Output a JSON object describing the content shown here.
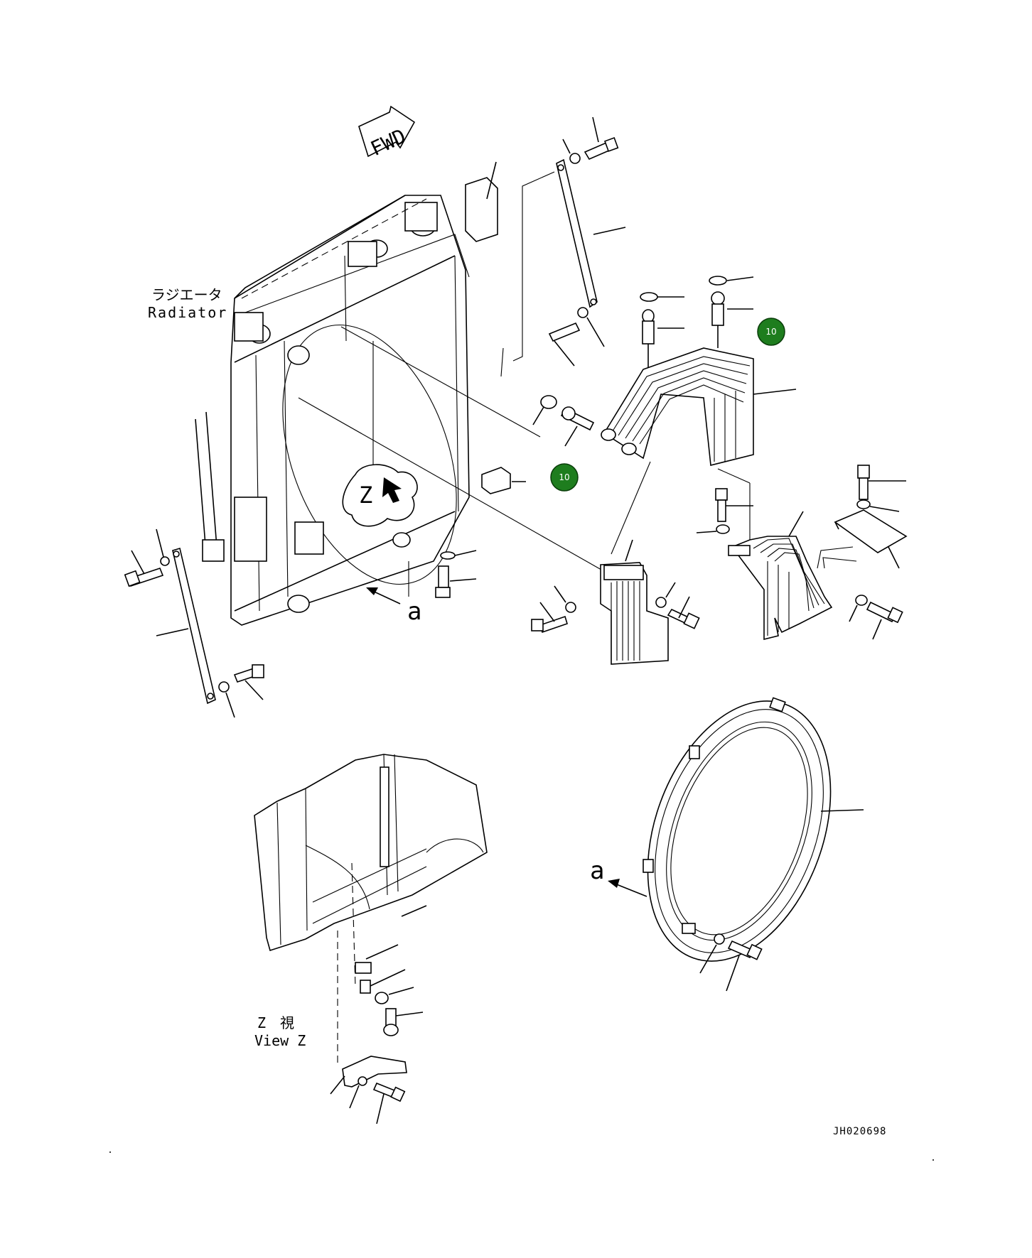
{
  "labels": {
    "fwd": "FWD",
    "radiator_jp": "ラジエータ",
    "radiator_en": "Radiator",
    "view_z_jp": "Z　視",
    "view_z_en": "View Z",
    "z_marker": "Z",
    "arrow_a_upper": "a",
    "arrow_a_lower": "a",
    "drawing_number": "JH020698"
  },
  "badges": [
    {
      "text": "10"
    },
    {
      "text": "10"
    }
  ],
  "colors": {
    "badge_fill": "#1e7d1e",
    "line": "#000000",
    "background": "#ffffff"
  }
}
